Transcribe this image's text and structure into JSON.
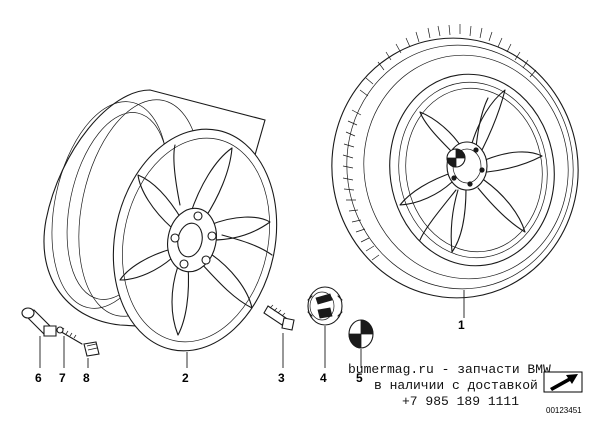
{
  "parts": [
    {
      "number": "1"
    },
    {
      "number": "2"
    },
    {
      "number": "3"
    },
    {
      "number": "4"
    },
    {
      "number": "5"
    },
    {
      "number": "6"
    },
    {
      "number": "7"
    },
    {
      "number": "8"
    }
  ],
  "watermark": {
    "line1": "bumermag.ru - запчасти BMW",
    "line2": "в наличии с доставкой",
    "line3": "+7 985 189 1111"
  },
  "drawing_ref": "00123451"
}
